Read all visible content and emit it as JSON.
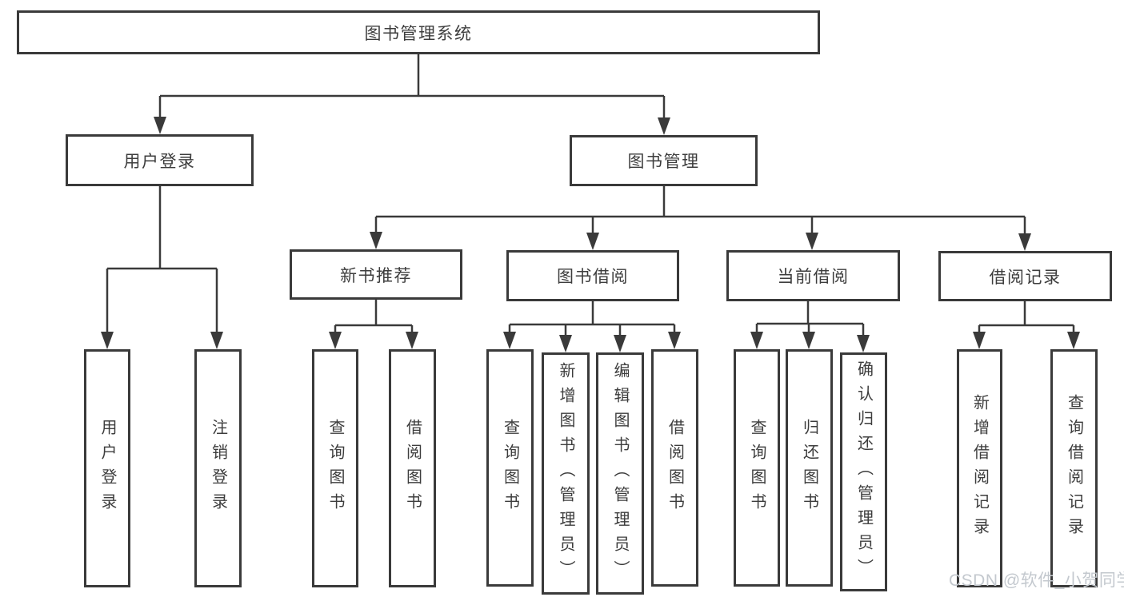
{
  "system": {
    "title": "图书管理系统",
    "modules": [
      {
        "label": "用户登录",
        "features": [
          "用户登录",
          "注销登录"
        ]
      },
      {
        "label": "图书管理",
        "submodules": [
          {
            "label": "新书推荐",
            "features": [
              "查询图书",
              "借阅图书"
            ]
          },
          {
            "label": "图书借阅",
            "features": [
              "查询图书",
              "新增图书（管理员）",
              "编辑图书（管理员）",
              "借阅图书"
            ]
          },
          {
            "label": "当前借阅",
            "features": [
              "查询图书",
              "归还图书",
              "确认归还（管理员）"
            ]
          },
          {
            "label": "借阅记录",
            "features": [
              "新增借阅记录",
              "查询借阅记录"
            ]
          }
        ]
      }
    ]
  },
  "watermark": "CSDN @软件_小贺同学",
  "colors": {
    "line": "#3a3a3a",
    "text": "#3d3d3d",
    "watermark_text": "#c3c8ce",
    "background": "#ffffff"
  }
}
